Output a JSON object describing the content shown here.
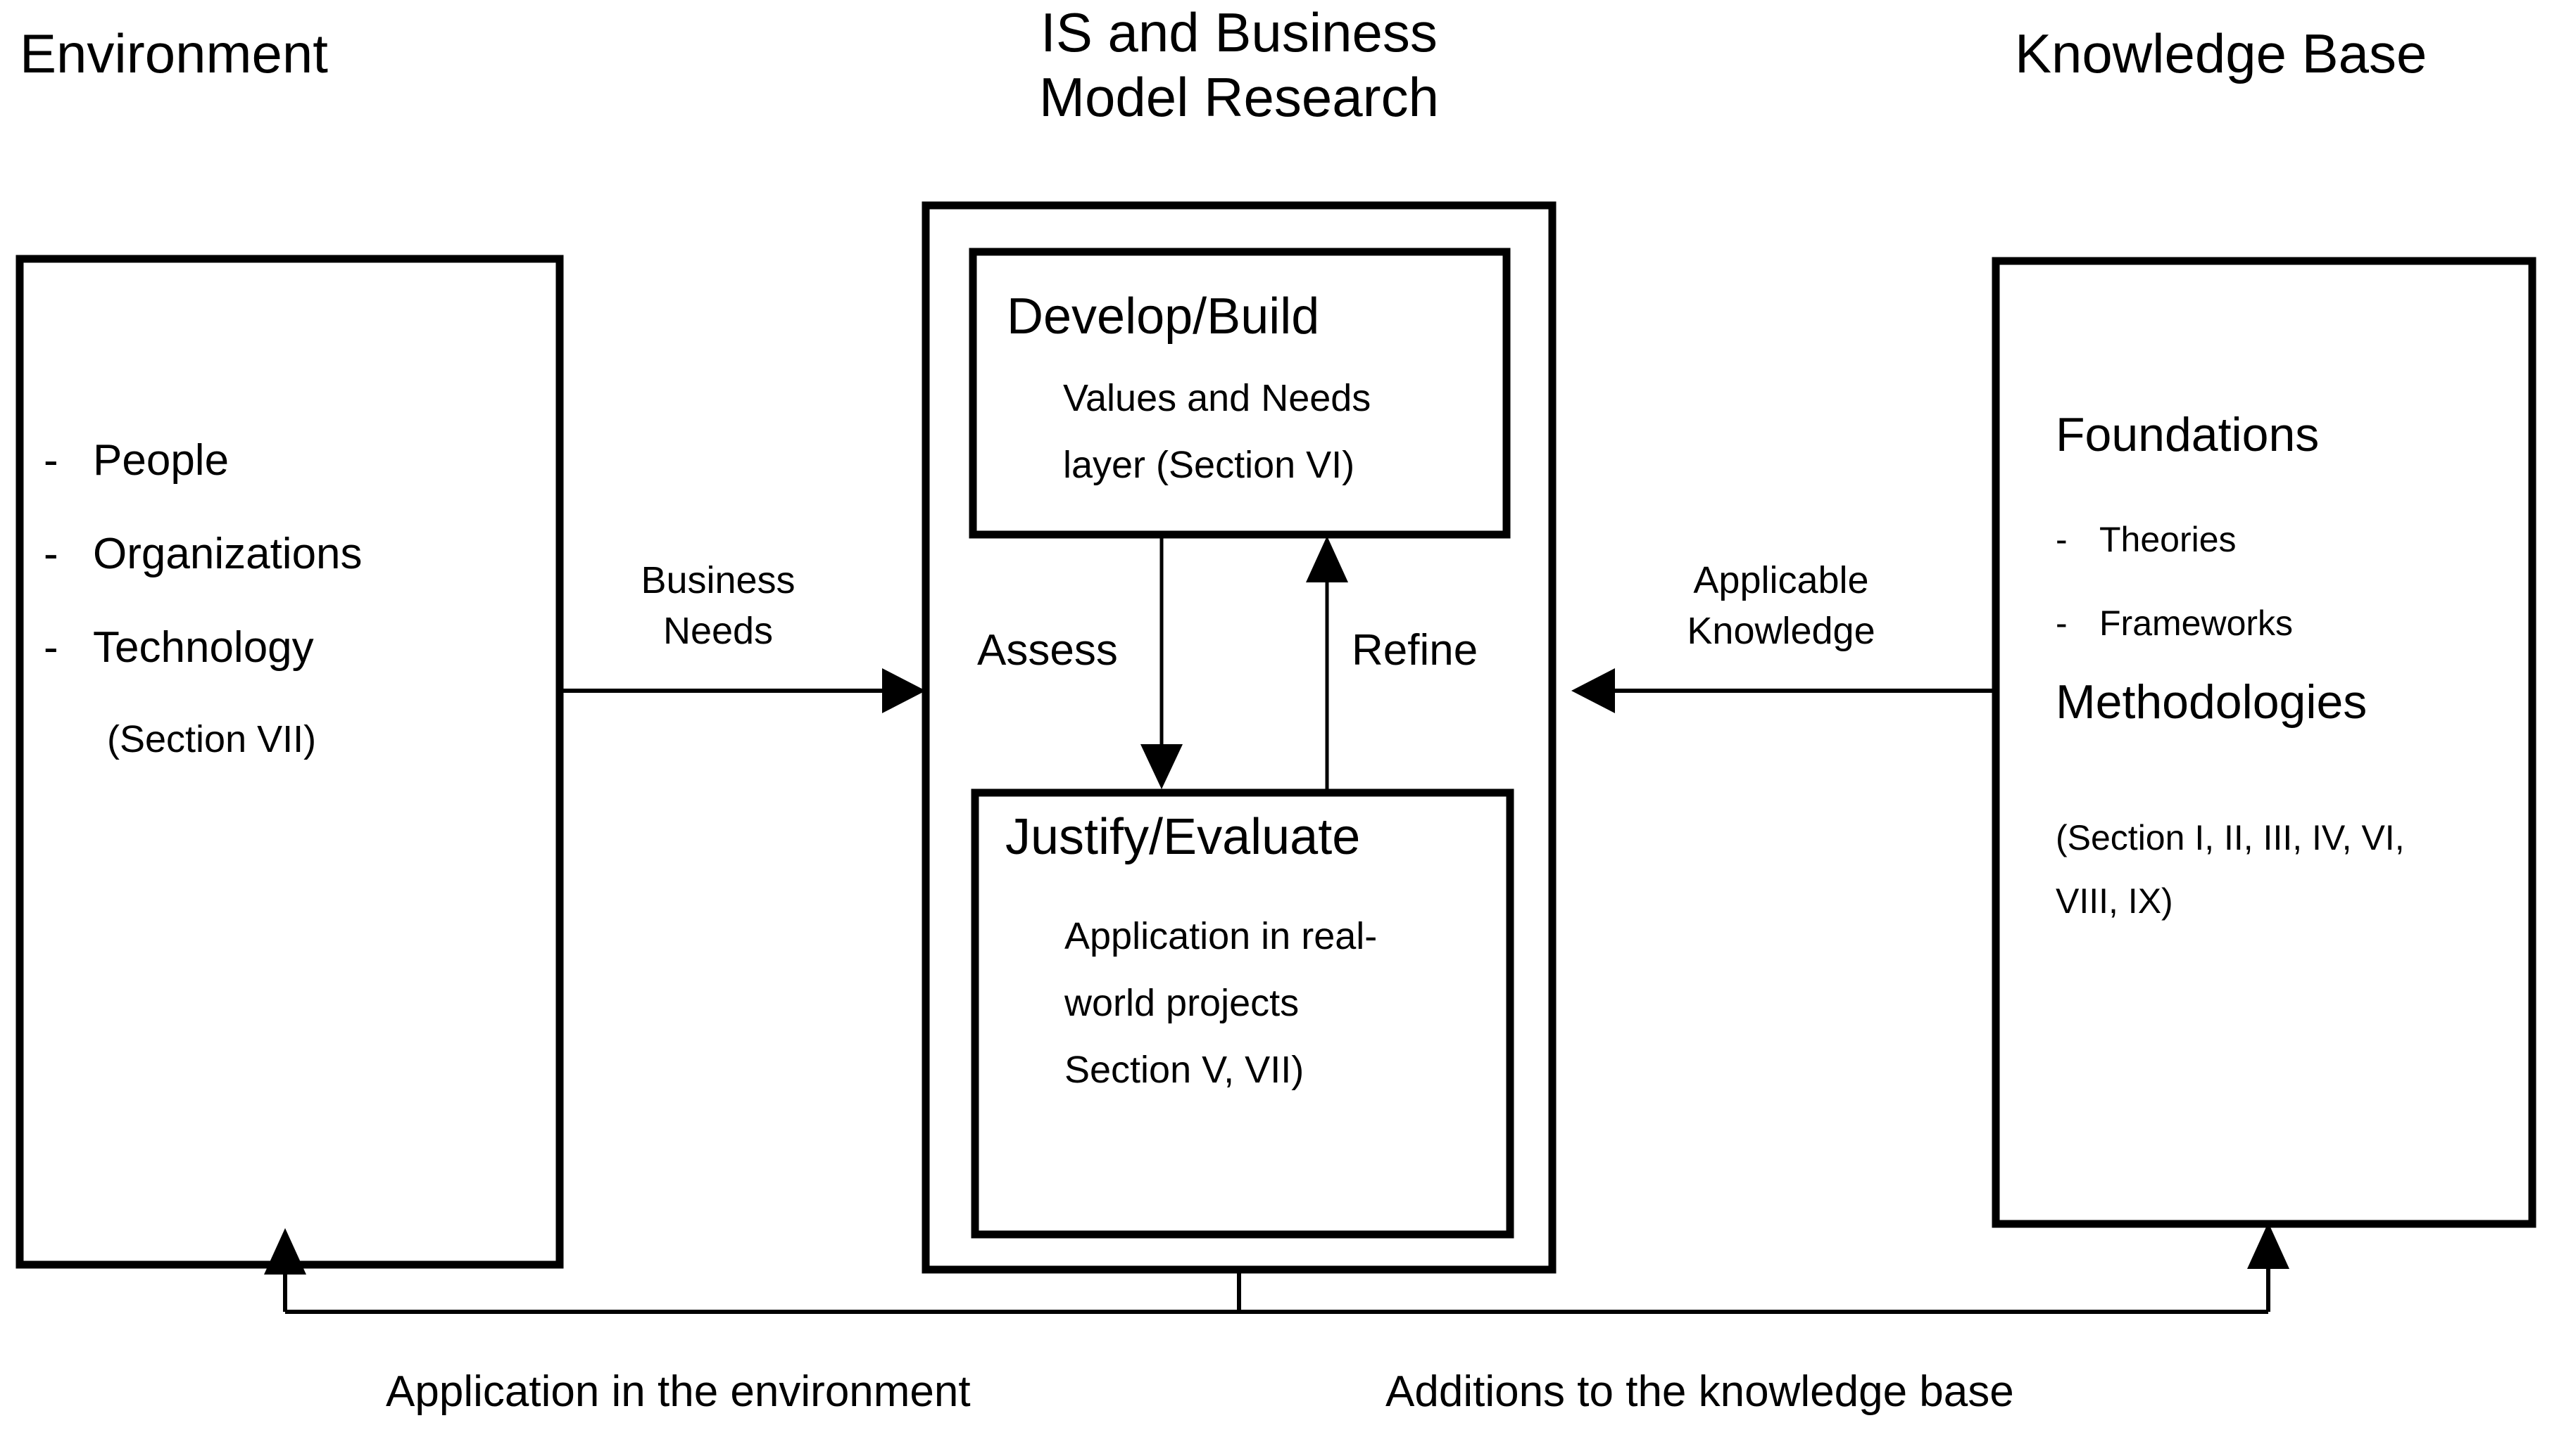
{
  "diagram": {
    "title_columns": {
      "left": "Environment",
      "center_line1": "IS and Business",
      "center_line2": "Model Research",
      "right": "Knowledge Base"
    },
    "environment_box": {
      "bullet_marker": "-",
      "items": [
        "People",
        "Organizations",
        "Technology"
      ],
      "section_note": "(Section VII)"
    },
    "research_box": {
      "develop": {
        "heading": "Develop/Build",
        "detail_line1": "Values and Needs",
        "detail_line2": "layer (Section VI)"
      },
      "justify": {
        "heading": "Justify/Evaluate",
        "detail_line1": "Application in real-",
        "detail_line2": "world projects",
        "detail_line3": "Section V, VII)"
      },
      "assess_label": "Assess",
      "refine_label": "Refine"
    },
    "knowledge_box": {
      "foundations_heading": "Foundations",
      "bullet_marker": "-",
      "foundations_items": [
        "Theories",
        "Frameworks"
      ],
      "methodologies_heading": "Methodologies",
      "section_note_line1": "(Section I, II, III, IV, VI,",
      "section_note_line2": "VIII, IX)"
    },
    "connectors": {
      "business_needs_line1": "Business",
      "business_needs_line2": "Needs",
      "applicable_knowledge_line1": "Applicable",
      "applicable_knowledge_line2": "Knowledge",
      "bottom_left_label": "Application in the environment",
      "bottom_right_label": "Additions to the knowledge base"
    },
    "colors": {
      "stroke": "#000000",
      "background": "#ffffff",
      "text": "#000000"
    }
  }
}
